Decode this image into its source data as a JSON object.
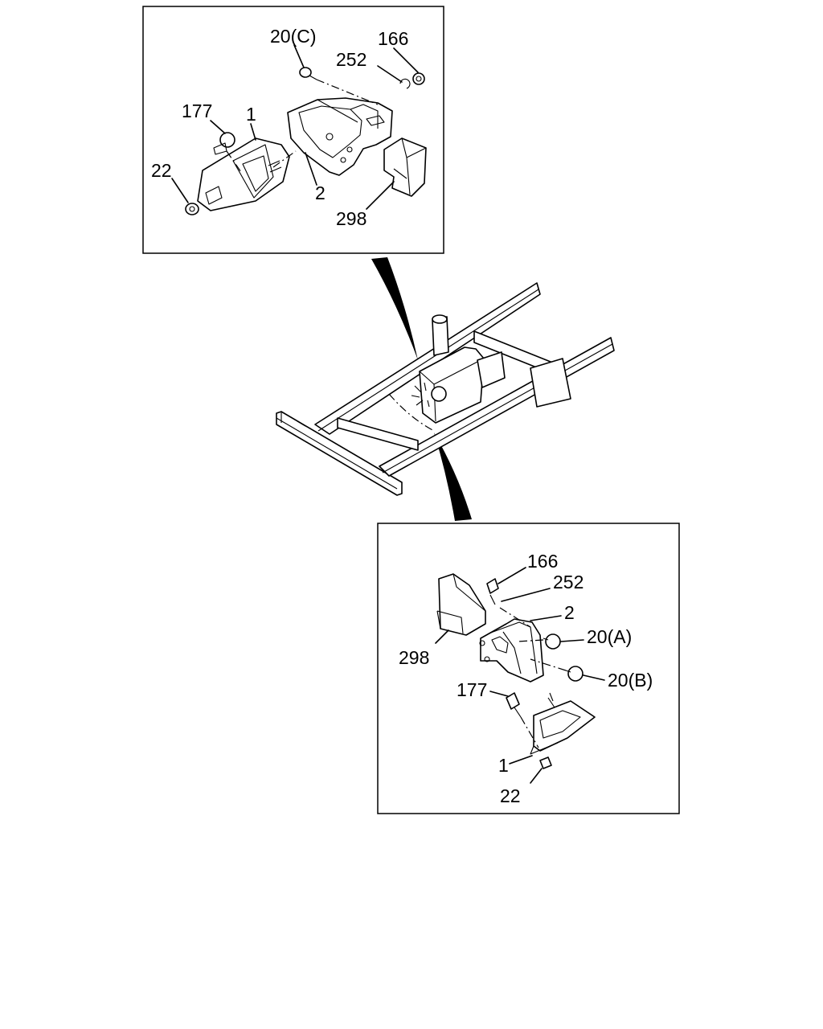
{
  "top_inset": {
    "callouts": [
      {
        "text": "20(C)"
      },
      {
        "text": "166"
      },
      {
        "text": "252"
      },
      {
        "text": "177"
      },
      {
        "text": "1"
      },
      {
        "text": "22"
      },
      {
        "text": "2"
      },
      {
        "text": "298"
      }
    ]
  },
  "bottom_inset": {
    "callouts": [
      {
        "text": "166"
      },
      {
        "text": "252"
      },
      {
        "text": "2"
      },
      {
        "text": "20(A)"
      },
      {
        "text": "298"
      },
      {
        "text": "20(B)"
      },
      {
        "text": "177"
      },
      {
        "text": "1"
      },
      {
        "text": "22"
      }
    ]
  }
}
